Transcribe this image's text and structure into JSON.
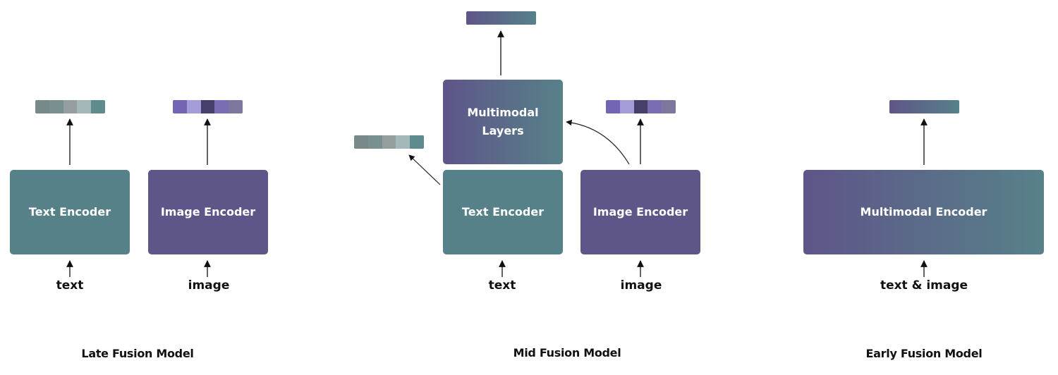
{
  "colors": {
    "text_encoder": "#578189",
    "image_encoder": "#5e5589",
    "gradient_start": "#5e5589",
    "gradient_end": "#578189",
    "text_embedding": [
      "#778a89",
      "#7a8f8f",
      "#949e9e",
      "#a4b8ba",
      "#5f8a8e"
    ],
    "image_embedding": [
      "#7465b4",
      "#a49cd8",
      "#463f6a",
      "#7b6cb3",
      "#7d779e"
    ]
  },
  "late_fusion": {
    "caption": "Late Fusion Model",
    "text_encoder_label": "Text Encoder",
    "image_encoder_label": "Image Encoder",
    "text_input": "text",
    "image_input": "image"
  },
  "mid_fusion": {
    "caption": "Mid Fusion Model",
    "multimodal_layers_line1": "Multimodal",
    "multimodal_layers_line2": "Layers",
    "text_encoder_label": "Text Encoder",
    "image_encoder_label": "Image Encoder",
    "text_input": "text",
    "image_input": "image"
  },
  "early_fusion": {
    "caption": "Early Fusion Model",
    "encoder_label": "Multimodal Encoder",
    "input": "text & image"
  }
}
